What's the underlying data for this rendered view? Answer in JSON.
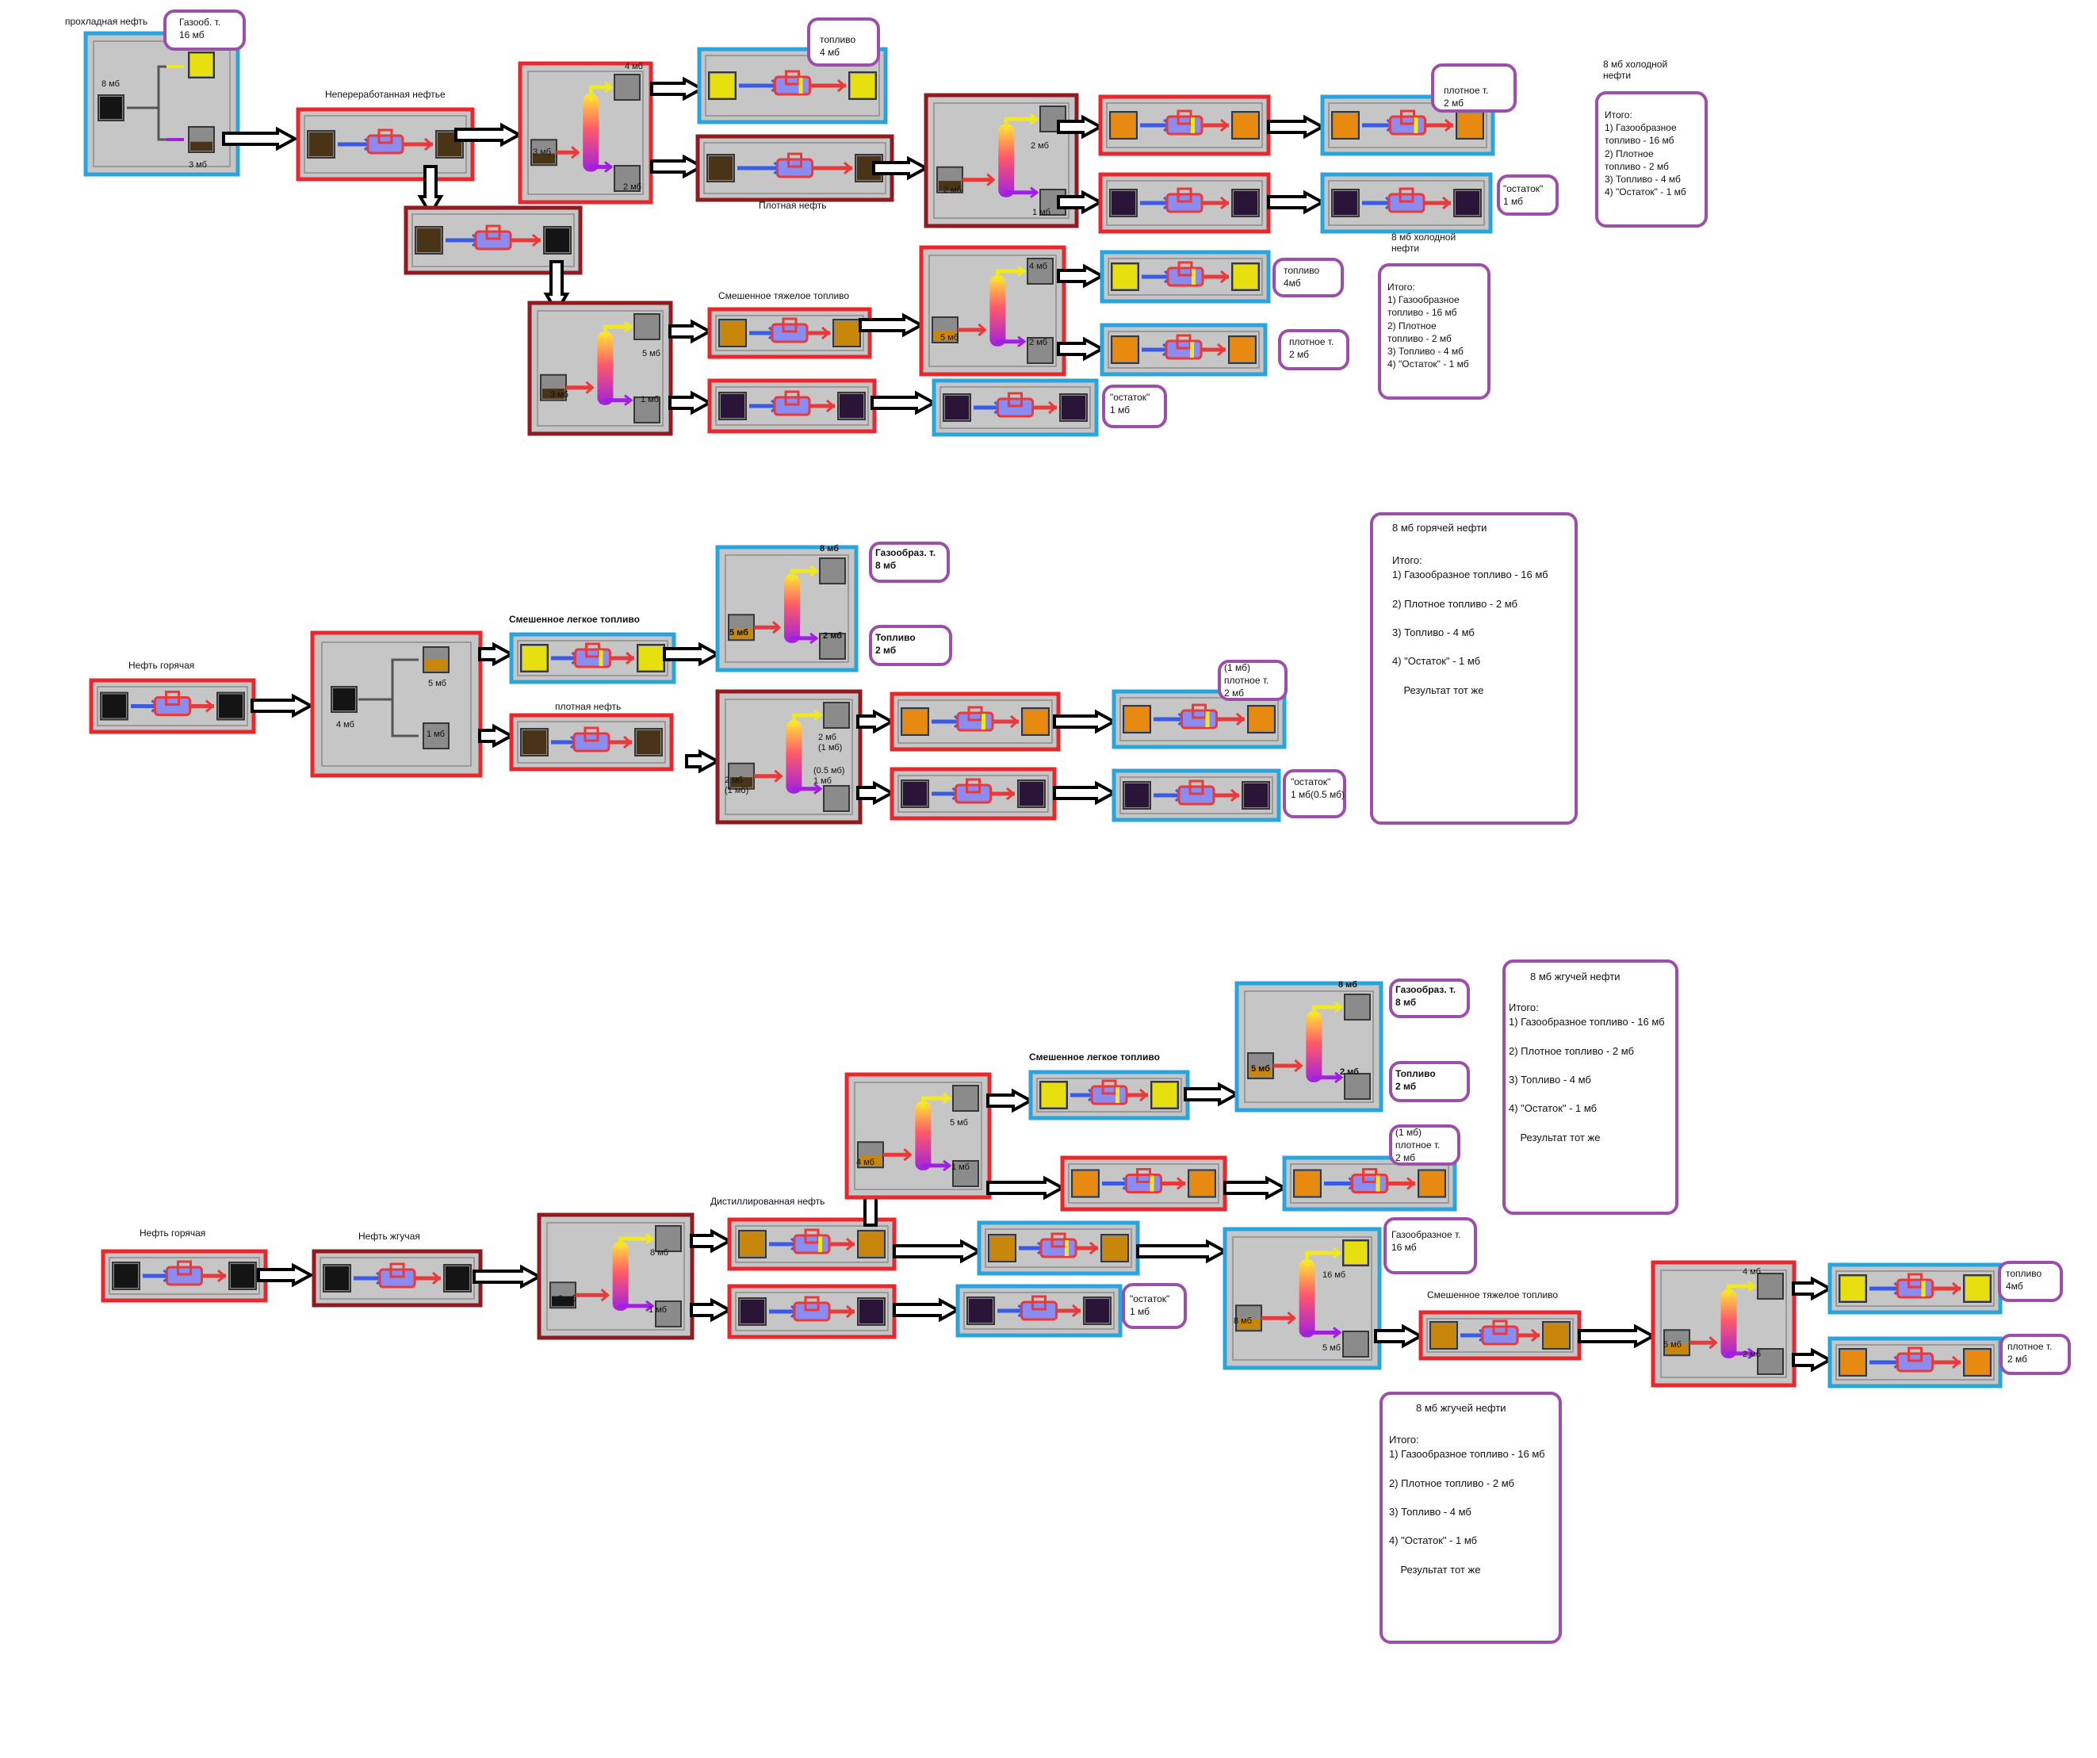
{
  "section1": {
    "input_label": "прохладная нефть",
    "gas_note": "Газооб. т.\n16 мб",
    "sep_left": "8 мб",
    "sep_bottom": "3 мб",
    "unrefined": "Непереработанная нефтье",
    "col1_top": "4 мб",
    "col1_left": "3 мб",
    "col1_bottom": "2 мб",
    "fuel_note": "топливо\n4 мб",
    "dense_oil": "Плотная нефть",
    "col2_top": "2 мб",
    "col2_left": "2 мб",
    "col2_bottom": "1 мб",
    "dense_fuel_note": "плотное т.\n2 мб",
    "residue_note": "\"остаток\"\n1 мб",
    "summary_title": "8 мб холодной\nнефти",
    "summary_text": "Итого:\n1) Газообразное\nтопливо - 16 мб\n2) Плотное\nтопливо - 2 мб\n3) Топливо - 4 мб\n4) \"Остаток\" - 1 мб",
    "heavy_mix": "Смешенное тяжелое топливо",
    "col3_top": "5 мб",
    "col3_left": "3 мб",
    "col3_bottom": "1 мб",
    "col4_top": "4 мб",
    "col4_left": "5 мб",
    "col4_bottom": "2 мб",
    "fuel_note2": "топливо\n4мб",
    "dense_fuel_note2": "плотное т.\n2 мб",
    "residue_note2": "\"остаток\"\n1 мб",
    "summary2_title": "8 мб холодной\nнефти",
    "summary2_text": "Итого:\n1) Газообразное\nтопливо - 16 мб\n2) Плотное\nтопливо - 2 мб\n3) Топливо - 4 мб\n4) \"Остаток\" - 1 мб"
  },
  "section2": {
    "input_label": "Нефть горячая",
    "sep_left": "4 мб",
    "sep_top": "5 мб",
    "sep_bottom": "1 мб",
    "light_mix": "Смешенное легкое топливо",
    "dense_oil": "плотная нефть",
    "col1_top": "8 мб",
    "col1_left": "5 мб",
    "col1_bottom": "2 мб",
    "gas_note": "Газообраз. т.\n8 мб",
    "fuel_note": "Топливо\n2 мб",
    "col2_top": "2 мб\n(1 мб)",
    "col2_left": "2 мб\n(1 мб)",
    "col2_bottom": "(0.5 мб)\n1 мб",
    "dense_fuel_note": "(1 мб)\nплотное т.\n2 мб",
    "residue_note": "\"остаток\"\n1 мб(0.5 мб)",
    "summary_title": "8 мб горячей нефти",
    "summary_text": "Итого:\n1) Газообразное топливо - 16 мб\n\n2) Плотное топливо - 2 мб\n\n3) Топливо - 4 мб\n\n4) \"Остаток\" - 1 мб\n\n    Результат тот же"
  },
  "section3": {
    "input_label": "Нефть горячая",
    "burning": "Нефть жгучая",
    "col1_top": "8 мб",
    "col1_left": "8 мб",
    "col1_bottom": "1 мб",
    "distilled": "Дистиллированная нефть",
    "residue_note": "\"остаток\"\n1 мб",
    "colA_top": "5 мб",
    "colA_left": "4 мб",
    "colA_bottom": "1 мб",
    "light_mix": "Смешенное легкое топливо",
    "colB_top": "8 мб",
    "colB_left": "5 мб",
    "colB_bottom": "2 мб",
    "gas_note": "Газообраз. т.\n8 мб",
    "fuel_note": "Топливо\n2 мб",
    "dense_fuel_note": "(1 мб)\nплотное т.\n2 мб",
    "colC_top": "16 мб",
    "colC_left": "8 мб",
    "colC_bottom": "5 мб",
    "gas_note2": "Газообразное т.\n16 мб",
    "heavy_mix": "Смешенное тяжелое топливо",
    "colD_top": "4 мб",
    "colD_left": "5 мб",
    "colD_bottom": "2 мб",
    "fuel_note2": "топливо\n4мб",
    "dense_fuel_note2": "плотное т.\n2 мб",
    "summary_title": "8 мб жгучей нефти",
    "summary_text": "Итого:\n1) Газообразное топливо - 16 мб\n\n2) Плотное топливо - 2 мб\n\n3) Топливо - 4 мб\n\n4) \"Остаток\" - 1 мб\n\n    Результат тот же",
    "summary2_title": "8 мб жгучей нефти",
    "summary2_text": "Итого:\n1) Газообразное топливо - 16 мб\n\n2) Плотное топливо - 2 мб\n\n3) Топливо - 4 мб\n\n4) \"Остаток\" - 1 мб\n\n    Результат тот же"
  },
  "colors": {
    "red_border": "#e8282c",
    "blue_border": "#2aa4dc",
    "dark_border": "#8e1b20",
    "note_border": "#9b4fab",
    "fuel_yellow": "#e8df10",
    "fuel_orange": "#e88a10",
    "heavy_fuel": "#c8860a",
    "crude_brown": "#4a3418",
    "residue_purple": "#2a1438",
    "black_oil": "#141414"
  }
}
